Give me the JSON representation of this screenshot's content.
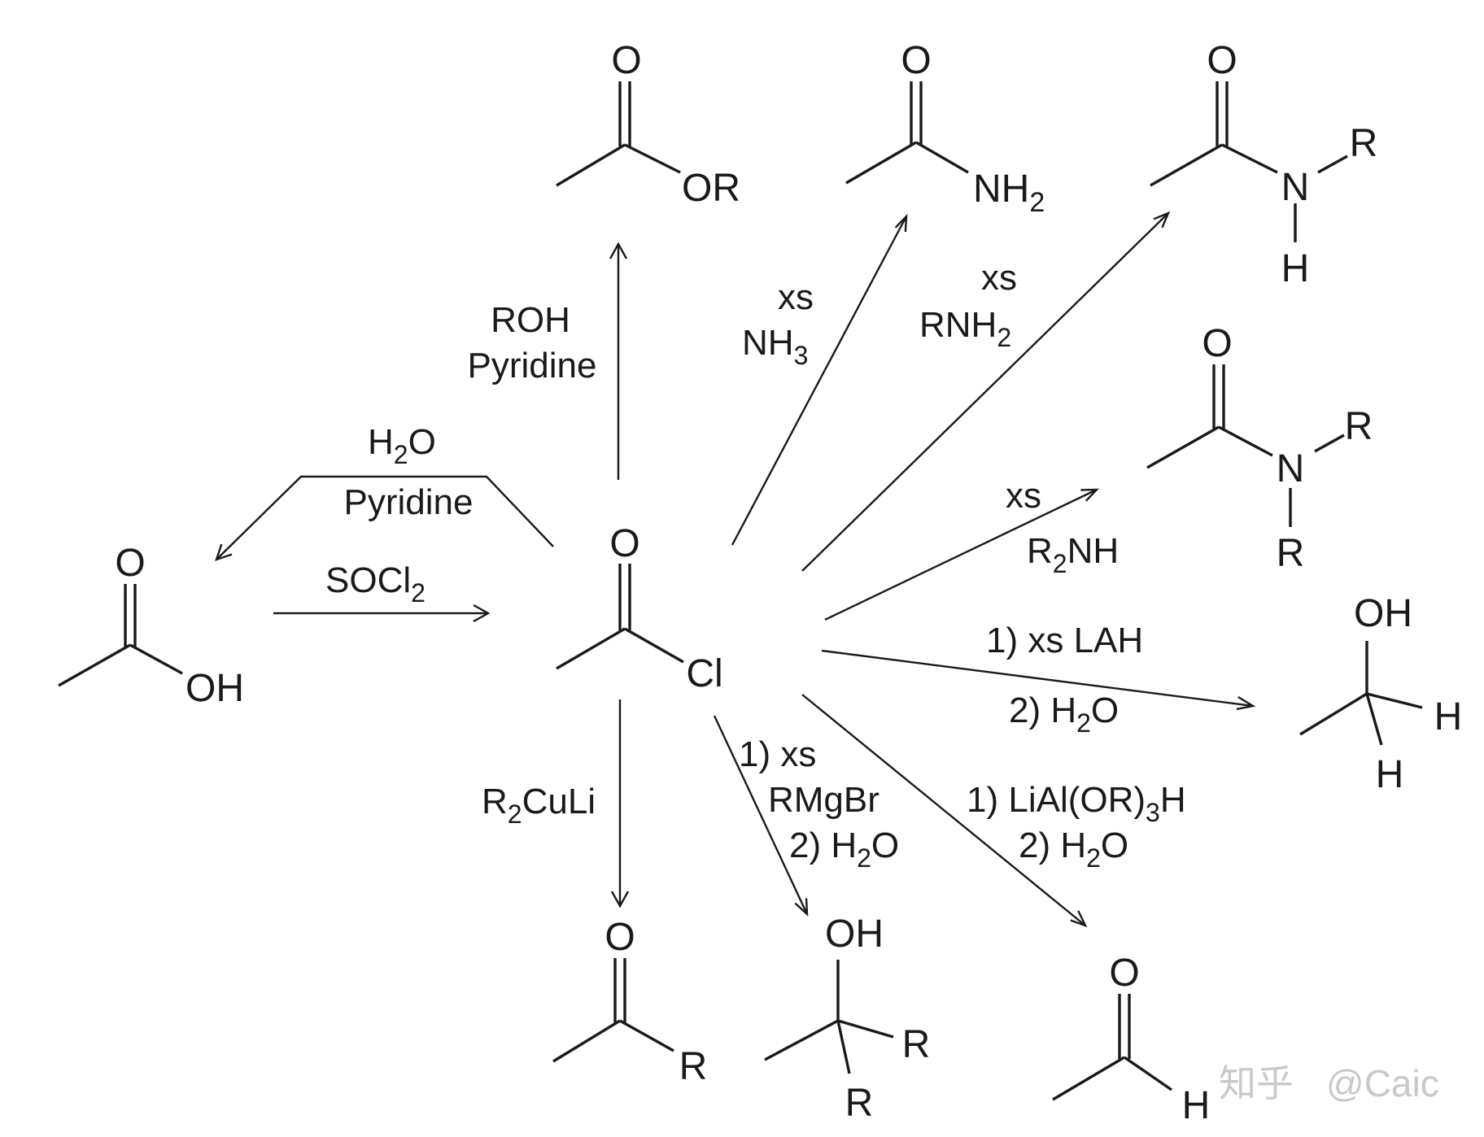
{
  "atoms": {
    "O": "O",
    "OR": "OR",
    "NH": "NH",
    "two": "2",
    "three": "3",
    "N": "N",
    "R": "R",
    "H": "H",
    "OH": "OH",
    "Cl": "Cl"
  },
  "reagents": {
    "roh": "ROH",
    "pyridine": "Pyridine",
    "xs": "xs",
    "nh3_base": "NH",
    "rnh2_base": "RNH",
    "h2o_h": "H",
    "h2o_o": "O",
    "socl2_soc": "SOCl",
    "r2nh_r": "R",
    "r2nh_nh": "NH",
    "lah": "1) xs LAH",
    "step2_prefix": "2) H",
    "step1_xs": "1) xs",
    "rmgbr": "RMgBr",
    "r2culi_r": "R",
    "r2culi_culi": "CuLi",
    "lialor_prefix": "1) LiAl(OR)",
    "lialor_h": "H"
  },
  "watermark": {
    "site": "知乎",
    "handle": "@Caic"
  }
}
